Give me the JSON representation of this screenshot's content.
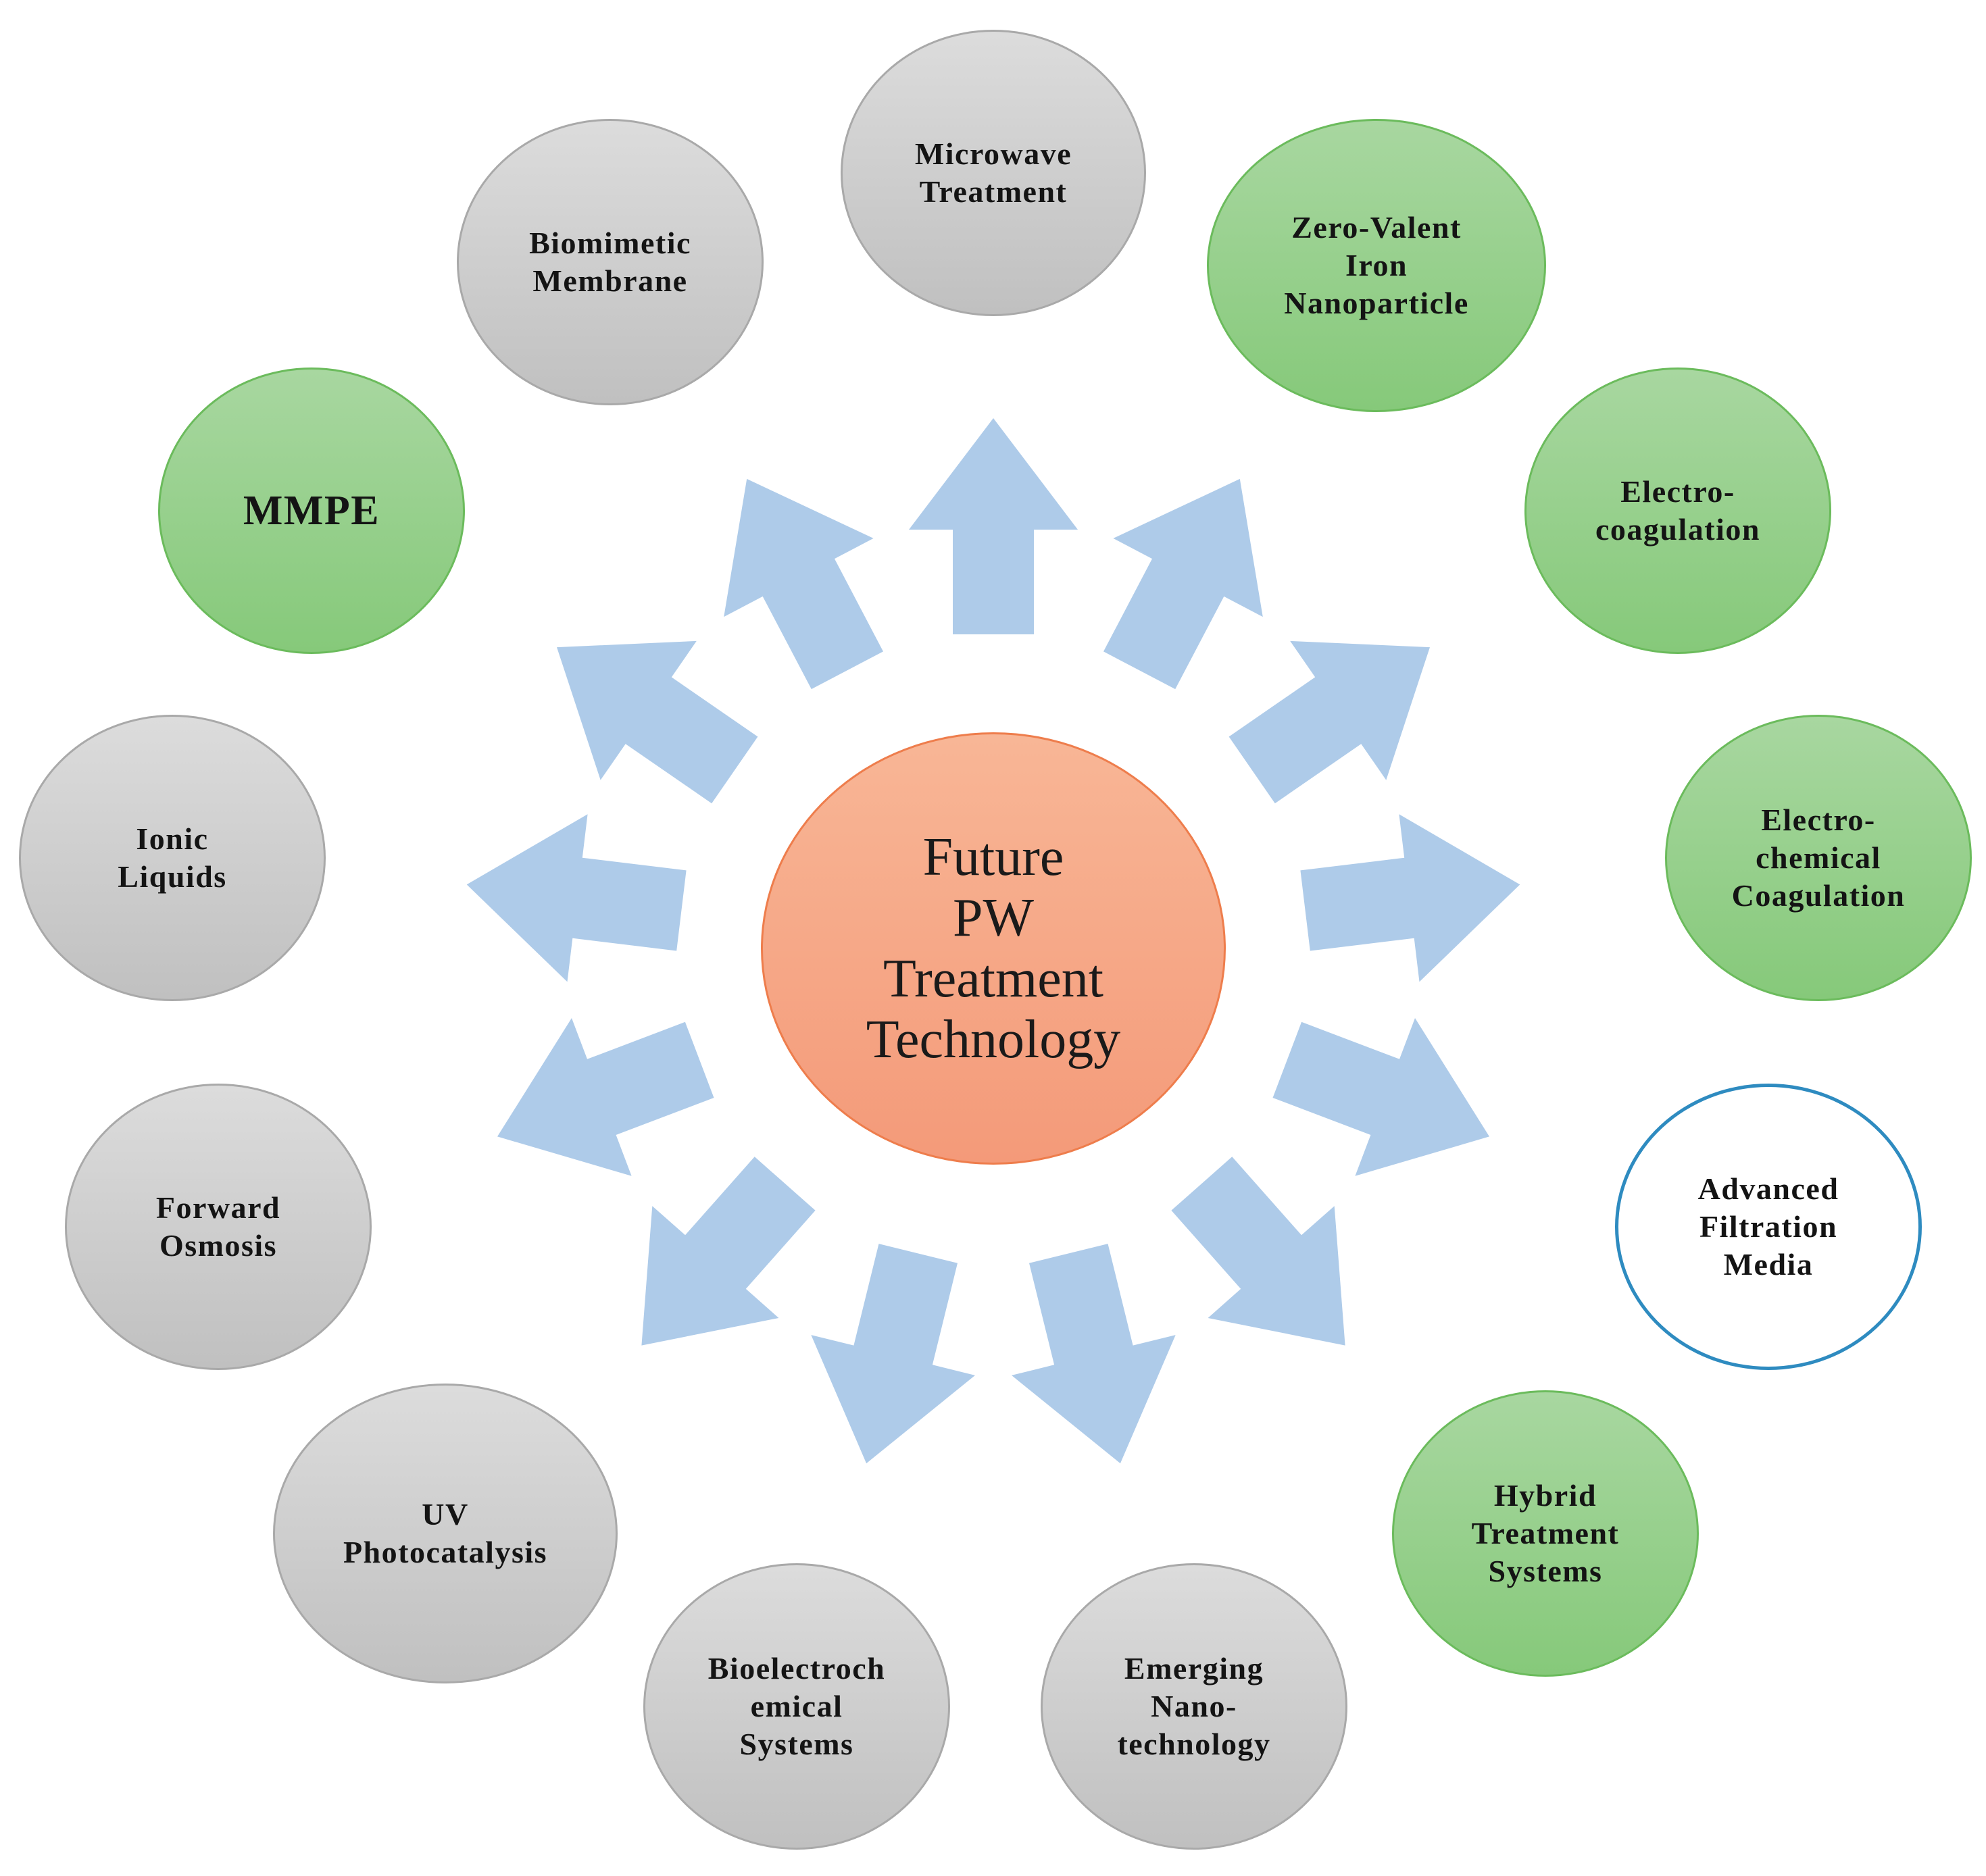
{
  "diagram": {
    "center": {
      "label": "Future\nPW\nTreatment\nTechnology",
      "fill": "#f6a583",
      "stroke": "#ee7d4c"
    },
    "arrow_color": "#aecbe9",
    "nodes": [
      {
        "id": "microwave-treatment",
        "label": "Microwave\nTreatment",
        "style": "gray"
      },
      {
        "id": "zero-valent-iron-nanoparticle",
        "label": "Zero-Valent\nIron\nNanoparticle",
        "style": "green"
      },
      {
        "id": "electro-coagulation",
        "label": "Electro-\ncoagulation",
        "style": "green"
      },
      {
        "id": "electro-chemical-coagulation",
        "label": "Electro-\nchemical\nCoagulation",
        "style": "green"
      },
      {
        "id": "advanced-filtration-media",
        "label": "Advanced\nFiltration\nMedia",
        "style": "outline"
      },
      {
        "id": "hybrid-treatment-systems",
        "label": "Hybrid\nTreatment\nSystems",
        "style": "green"
      },
      {
        "id": "emerging-nano-technology",
        "label": "Emerging\nNano-\ntechnology",
        "style": "gray"
      },
      {
        "id": "bioelectrochemical-systems",
        "label": "Bioelectroch\nemical\nSystems",
        "style": "gray"
      },
      {
        "id": "uv-photocatalysis",
        "label": "UV\nPhotocatalysis",
        "style": "gray"
      },
      {
        "id": "forward-osmosis",
        "label": "Forward\nOsmosis",
        "style": "gray"
      },
      {
        "id": "ionic-liquids",
        "label": "Ionic\nLiquids",
        "style": "gray"
      },
      {
        "id": "mmpe",
        "label": "MMPE",
        "style": "green"
      },
      {
        "id": "biomimetic-membrane",
        "label": "Biomimetic\nMembrane",
        "style": "gray"
      }
    ],
    "colors": {
      "gray_fill": "#cfcfcf",
      "green_fill": "#97d08c",
      "outline_stroke": "#2e8bc0"
    }
  }
}
